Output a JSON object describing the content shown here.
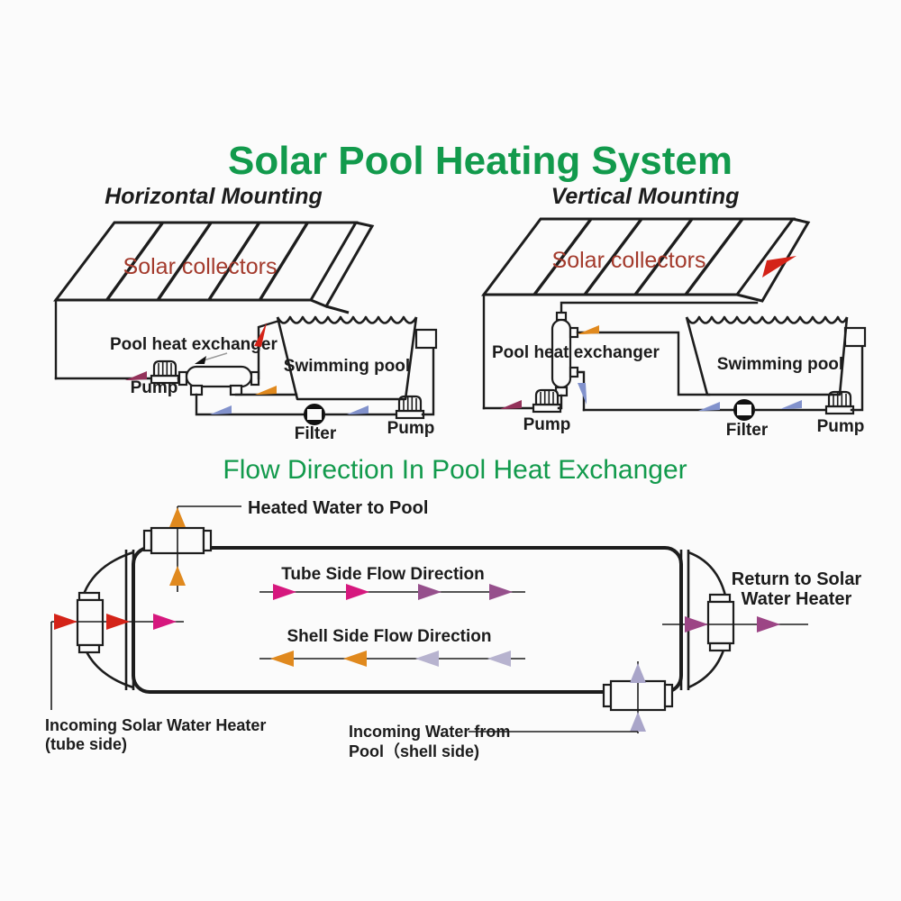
{
  "titles": {
    "main": "Solar Pool Heating System",
    "horizontal": "Horizontal Mounting",
    "vertical": "Vertical Mounting",
    "flow_section": "Flow Direction  In Pool Heat Exchanger"
  },
  "labels": {
    "solar_collectors": "Solar collectors",
    "pool_heat_exchanger": "Pool heat exchanger",
    "pump": "Pump",
    "filter": "Filter",
    "swimming_pool": "Swimming pool"
  },
  "exchanger": {
    "heated_water": "Heated Water to Pool",
    "tube_side": "Tube Side  Flow  Direction",
    "shell_side": "Shell Side Flow Direction",
    "return_line1": "Return to Solar",
    "return_line2": "Water Heater",
    "incoming_tube_line1": "Incoming Solar Water Heater",
    "incoming_tube_line2": "(tube side)",
    "incoming_shell_line1": "Incoming Water from",
    "incoming_shell_line2": "Pool（shell side)"
  },
  "colors": {
    "title_green": "#129a4c",
    "collector_red": "#a33a2c",
    "line_black": "#1d1d1d",
    "arrow_red": "#d42318",
    "arrow_maroon": "#93325a",
    "arrow_blue": "#8292cc",
    "arrow_orange": "#e0891e",
    "arrow_magenta": "#d6187e",
    "arrow_purple": "#96508c",
    "arrow_lavender": "#b7b3cf",
    "arrow_return_purple": "#9c4585",
    "arrow_gray_purple": "#a9a5c9"
  },
  "flow_arrows": {
    "tube_side_direction": "right",
    "tube_side_colors": [
      "#d6187e",
      "#d6187e",
      "#96508c",
      "#96508c"
    ],
    "shell_side_direction": "left",
    "shell_side_colors": [
      "#e0891e",
      "#e0891e",
      "#b7b3cf",
      "#b7b3cf"
    ]
  }
}
